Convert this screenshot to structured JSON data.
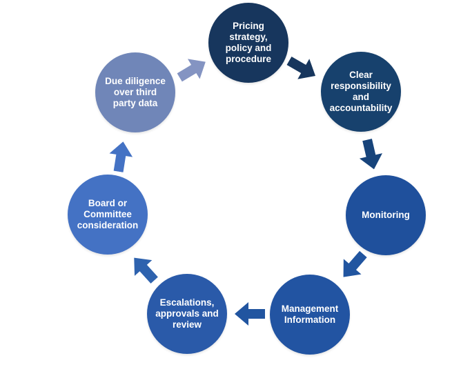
{
  "diagram": {
    "type": "cycle",
    "background_color": "#FFFFFF",
    "text_color": "#FFFFFF",
    "nodes": [
      {
        "id": "pricing-strategy",
        "label": "Pricing strategy, policy and procedure",
        "color": "#17365D"
      },
      {
        "id": "clear-responsibility",
        "label": "Clear responsibility and accountability",
        "color": "#17416D"
      },
      {
        "id": "monitoring",
        "label": "Monitoring",
        "color": "#1F509C"
      },
      {
        "id": "management-information",
        "label": "Management Information",
        "color": "#2254A2"
      },
      {
        "id": "escalations",
        "label": "Escalations, approvals and review",
        "color": "#2A5AA9"
      },
      {
        "id": "board-committee",
        "label": "Board or Committee consideration",
        "color": "#4472C4"
      },
      {
        "id": "due-diligence",
        "label": "Due diligence over third party data",
        "color": "#7086B8"
      }
    ],
    "arrows": [
      {
        "id": "pricing-to-clear-responsibility",
        "direction": "down-right",
        "color": "#17365D"
      },
      {
        "id": "clear-responsibility-to-monitoring",
        "direction": "down",
        "color": "#17447B"
      },
      {
        "id": "monitoring-to-management-information",
        "direction": "down-left",
        "color": "#2155A0"
      },
      {
        "id": "management-information-to-escalations",
        "direction": "left",
        "color": "#2155A0"
      },
      {
        "id": "escalations-to-board-committee",
        "direction": "up-left",
        "color": "#2E62AE"
      },
      {
        "id": "board-committee-to-due-diligence",
        "direction": "up",
        "color": "#4472C4"
      },
      {
        "id": "due-diligence-to-pricing",
        "direction": "up-right",
        "color": "#8494C2"
      }
    ]
  }
}
